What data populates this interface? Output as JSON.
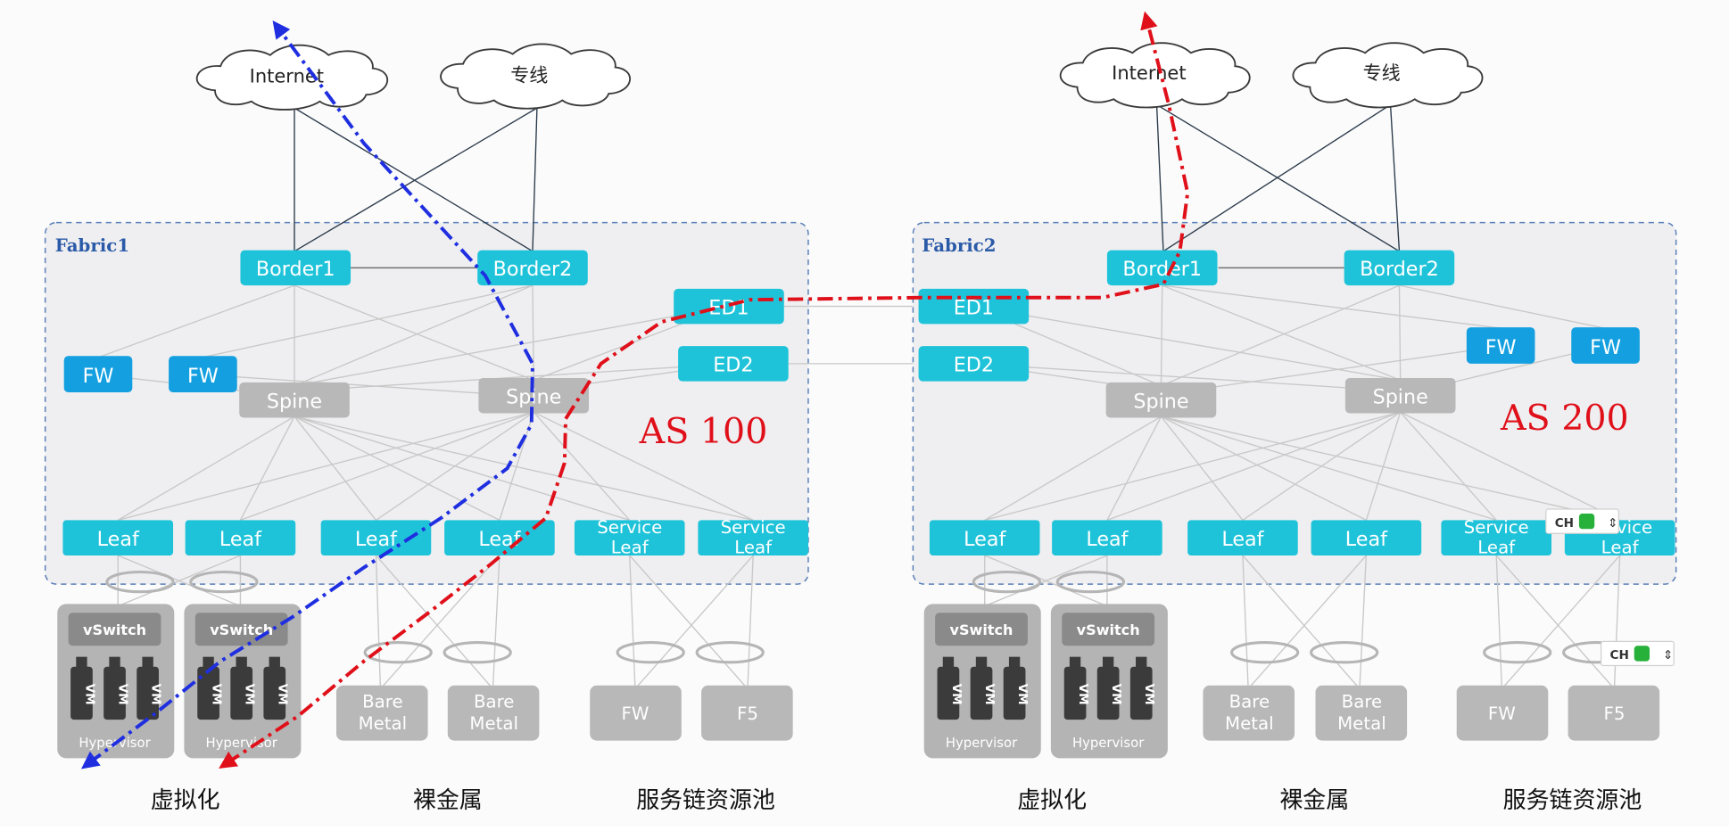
{
  "fabric1": {
    "label": "Fabric1",
    "as": "AS 100",
    "clouds": [
      "Internet",
      "专线"
    ],
    "borders": [
      "Border1",
      "Border2"
    ],
    "eds": [
      "ED1",
      "ED2"
    ],
    "fws": [
      "FW",
      "FW"
    ],
    "spines": [
      "Spine",
      "Spine"
    ],
    "leaves": [
      "Leaf",
      "Leaf",
      "Leaf",
      "Leaf"
    ],
    "service_leaves": [
      [
        "Service",
        "Leaf"
      ],
      [
        "Service",
        "Leaf"
      ]
    ],
    "bare_metal": [
      [
        "Bare",
        "Metal"
      ],
      [
        "Bare",
        "Metal"
      ]
    ],
    "appliances": [
      "FW",
      "F5"
    ],
    "vswitch": "vSwitch",
    "vm": "VM",
    "hypervisor": "Hypervisor",
    "bottom_labels": [
      "虚拟化",
      "裸金属",
      "服务链资源池"
    ]
  },
  "fabric2": {
    "label": "Fabric2",
    "as": "AS 200",
    "clouds": [
      "Internet",
      "专线"
    ],
    "borders": [
      "Border1",
      "Border2"
    ],
    "eds": [
      "ED1",
      "ED2"
    ],
    "fws": [
      "FW",
      "FW"
    ],
    "spines": [
      "Spine",
      "Spine"
    ],
    "leaves": [
      "Leaf",
      "Leaf",
      "Leaf",
      "Leaf"
    ],
    "service_leaves": [
      [
        "Service",
        "Leaf"
      ],
      [
        "Service",
        "Leaf"
      ]
    ],
    "bare_metal": [
      [
        "Bare",
        "Metal"
      ],
      [
        "Bare",
        "Metal"
      ]
    ],
    "appliances": [
      "FW",
      "F5"
    ],
    "vswitch": "vSwitch",
    "vm": "VM",
    "hypervisor": "Hypervisor",
    "bottom_labels": [
      "虚拟化",
      "裸金属",
      "服务链资源池"
    ]
  },
  "ime_badges": [
    "CH",
    "CH"
  ],
  "colors": {
    "node_cyan": "#1fc3d9",
    "fw_blue": "#14a0e0",
    "spine_gray": "#b8b8b8",
    "path_blue": "#1f2fe0",
    "path_red": "#e0101a",
    "as_text": "#e0101a"
  }
}
